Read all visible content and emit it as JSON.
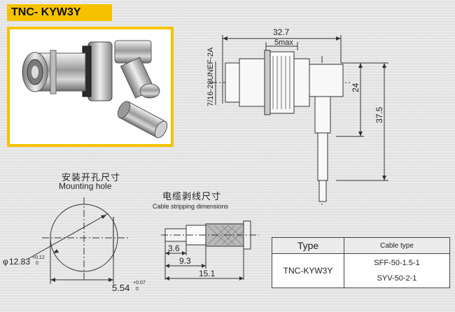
{
  "title": "TNC- KYW3Y",
  "side_view": {
    "length": "32.7",
    "max_depth": "5max",
    "thread": "7/16-28UNEF-2A",
    "height_inner": "24",
    "height_total": "37.5"
  },
  "mounting_hole": {
    "caption_cn": "安装开孔尺寸",
    "caption_en": "Mounting hole",
    "diameter": "12.83",
    "diameter_tol_upper": "+0.12",
    "diameter_tol_lower": "0",
    "flat": "5.54",
    "flat_tol_upper": "+0.07",
    "flat_tol_lower": "0",
    "phi": "φ"
  },
  "stripping": {
    "caption_cn": "电缆剥线尺寸",
    "caption_en": "Cable stripping dimensions",
    "dim_a": "3.6",
    "dim_b": "9.3",
    "dim_c": "15.1"
  },
  "table": {
    "col_type": "Type",
    "col_cable": "Cable type",
    "model": "TNC-KYW3Y",
    "cables": [
      "SFF-50-1.5-1",
      "SYV-50-2-1"
    ]
  }
}
